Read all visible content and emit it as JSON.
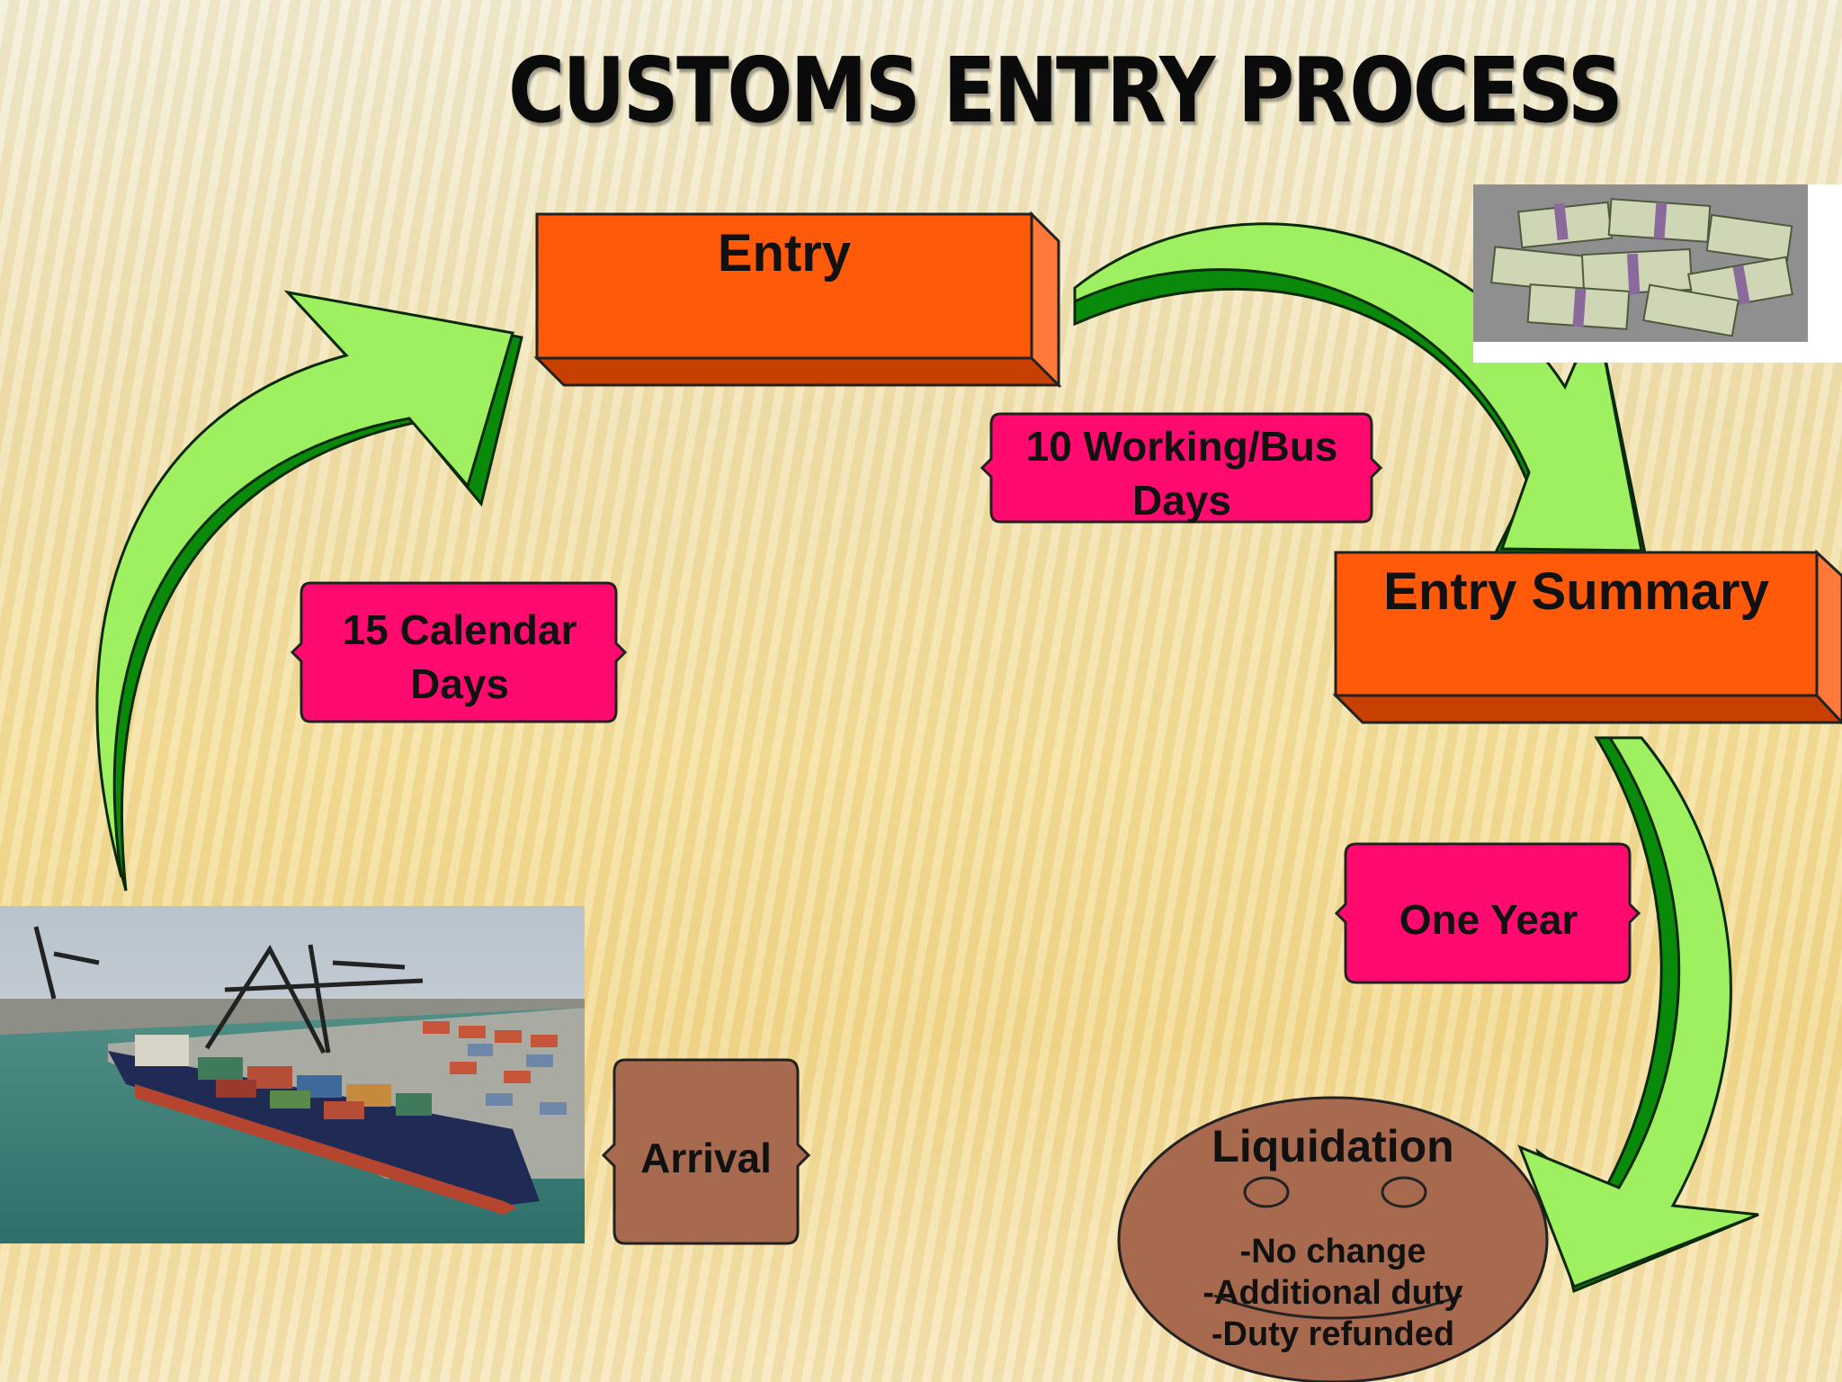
{
  "title": "CUSTOMS ENTRY PROCESS",
  "colors": {
    "orange_box": "#ff5a0a",
    "pink_box": "#ff0a6e",
    "brown_box": "#a86a4f",
    "arrow_light": "#9ef060",
    "arrow_dark": "#0a8a0a"
  },
  "boxes": {
    "entry": "Entry",
    "entry_summary": "Entry Summary",
    "arrival": "Arrival",
    "liquidation": "Liquidation"
  },
  "durations": {
    "calendar": "15 Calendar Days",
    "working": "10 Working/Bus Days",
    "year": "One Year"
  },
  "liquidation_outcomes": [
    "-No change",
    "-Additional duty",
    "-Duty refunded"
  ],
  "images": {
    "ship": "container-ship-at-port",
    "money": "stacks-of-cash"
  }
}
